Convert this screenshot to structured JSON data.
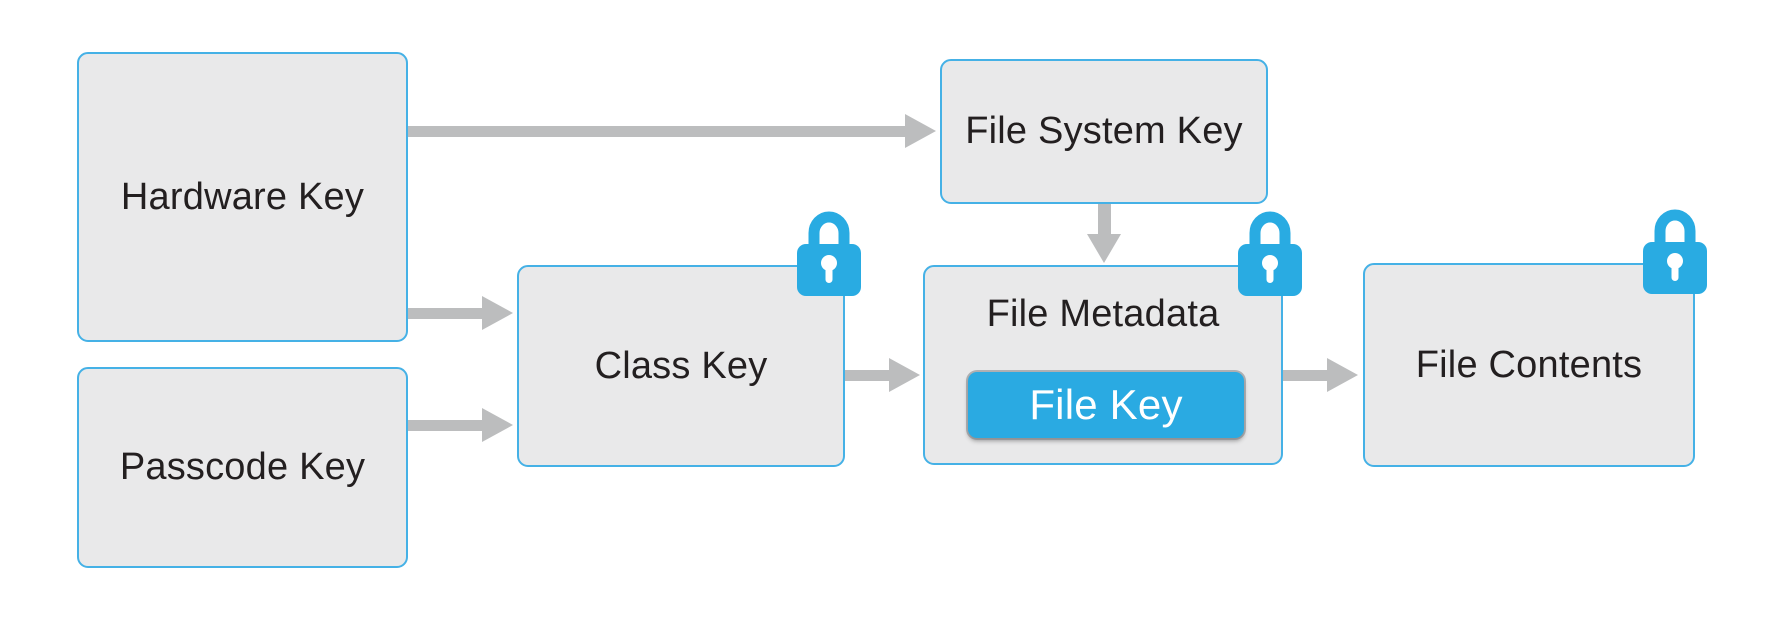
{
  "diagram": {
    "type": "flowchart",
    "subject": "encryption key hierarchy",
    "background": "#ffffff",
    "nodes": {
      "hardware_key": {
        "label": "Hardware Key",
        "locked": false
      },
      "passcode_key": {
        "label": "Passcode Key",
        "locked": false
      },
      "class_key": {
        "label": "Class Key",
        "locked": true
      },
      "file_system_key": {
        "label": "File System Key",
        "locked": false
      },
      "file_metadata": {
        "label": "File Metadata",
        "locked": true,
        "contains": "file_key"
      },
      "file_key": {
        "label": "File Key"
      },
      "file_contents": {
        "label": "File Contents",
        "locked": true
      }
    },
    "edges": [
      {
        "from": "hardware_key",
        "to": "file_system_key",
        "direction": "right"
      },
      {
        "from": "hardware_key",
        "to": "class_key",
        "direction": "right"
      },
      {
        "from": "passcode_key",
        "to": "class_key",
        "direction": "right"
      },
      {
        "from": "class_key",
        "to": "file_metadata",
        "direction": "right"
      },
      {
        "from": "file_system_key",
        "to": "file_metadata",
        "direction": "down"
      },
      {
        "from": "file_metadata",
        "to": "file_contents",
        "direction": "right"
      }
    ],
    "icons": {
      "lock": "padlock-icon"
    },
    "colors": {
      "box_fill": "#e9e9ea",
      "box_border": "#45b1e6",
      "lock_blue": "#29abe2",
      "keyhole_white": "#ffffff",
      "arrow_gray": "#bcbdbe",
      "text_dark": "#231f20",
      "file_key_bg": "#2aaae2",
      "file_key_text": "#ffffff"
    }
  }
}
